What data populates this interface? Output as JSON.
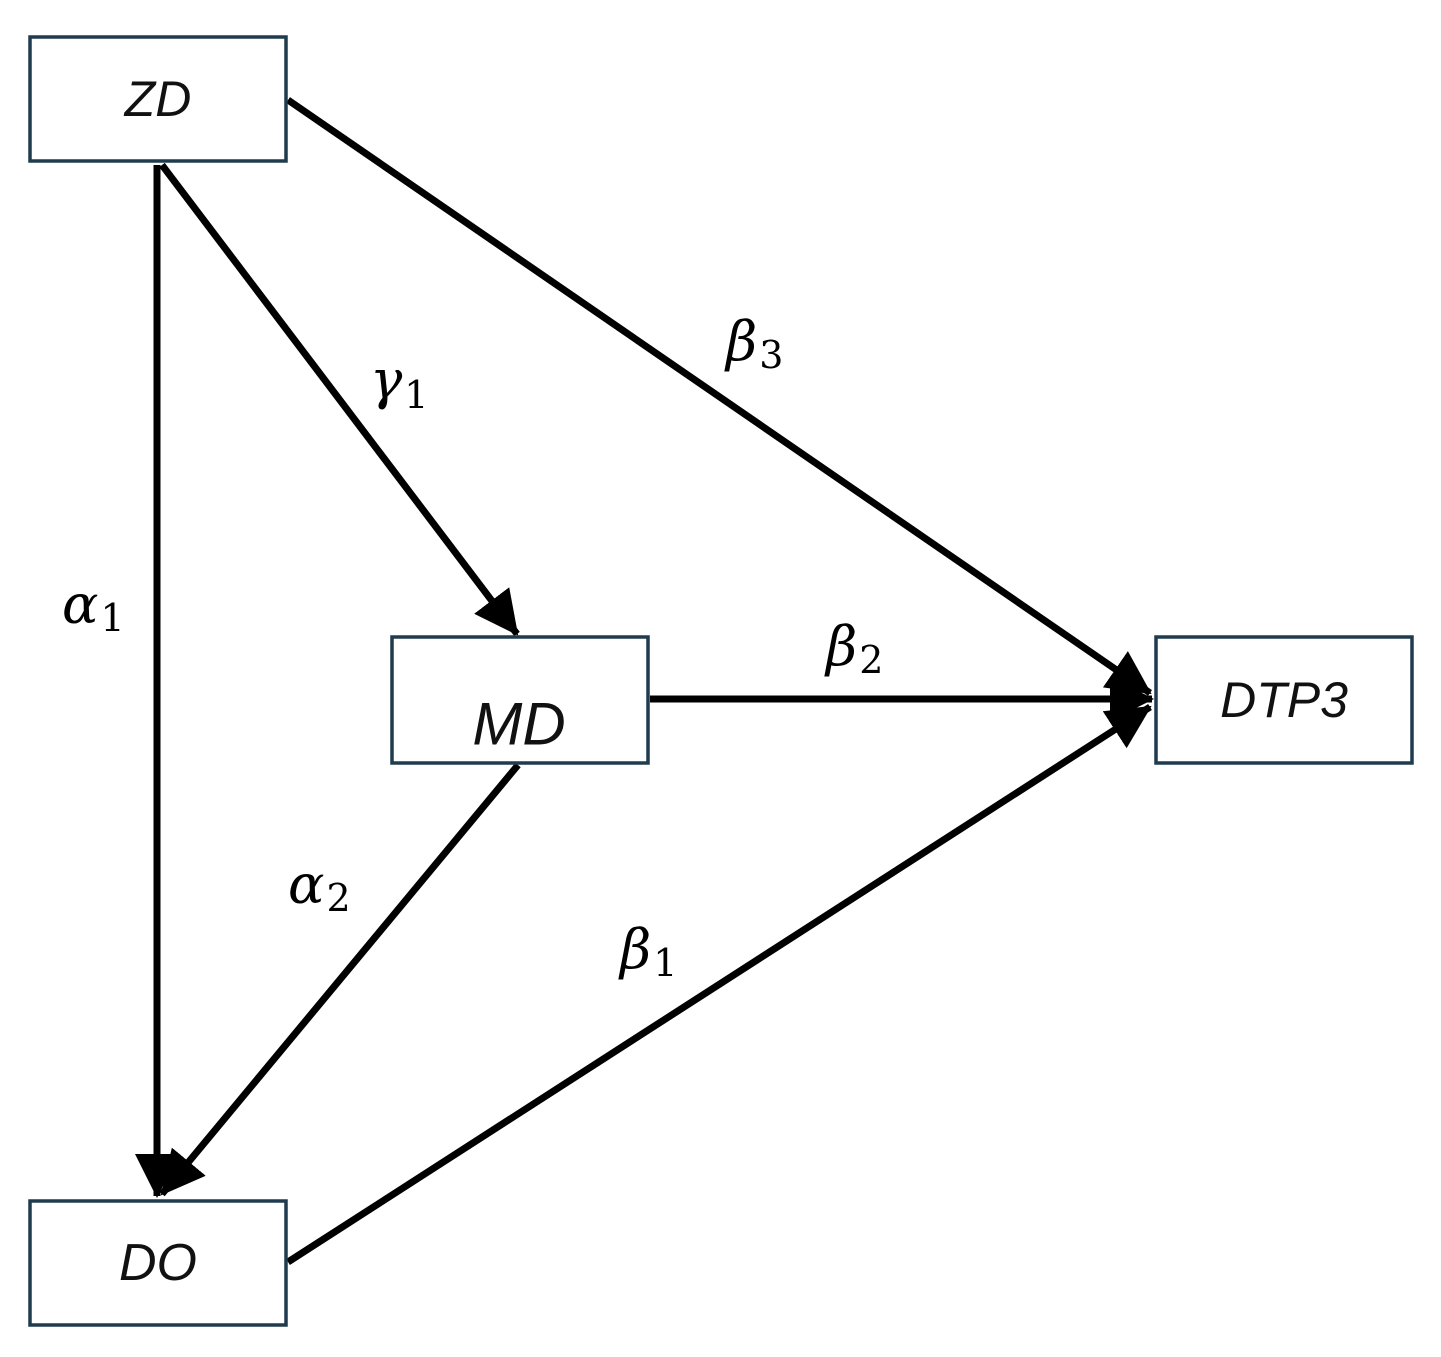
{
  "nodes": {
    "zd": {
      "label": "ZD"
    },
    "md": {
      "label": "MD"
    },
    "do": {
      "label": "DO"
    },
    "dtp3": {
      "label": "DTP3"
    }
  },
  "edges": {
    "zd_do": {
      "symbol": "α",
      "subscript": "1"
    },
    "zd_md": {
      "symbol": "γ",
      "subscript": "1"
    },
    "zd_dtp3": {
      "symbol": "β",
      "subscript": "3"
    },
    "md_dtp3": {
      "symbol": "β",
      "subscript": "2"
    },
    "md_do": {
      "symbol": "α",
      "subscript": "2"
    },
    "do_dtp3": {
      "symbol": "β",
      "subscript": "1"
    }
  },
  "colors": {
    "box_border": "#1f3b4d",
    "arrow": "#000000"
  }
}
